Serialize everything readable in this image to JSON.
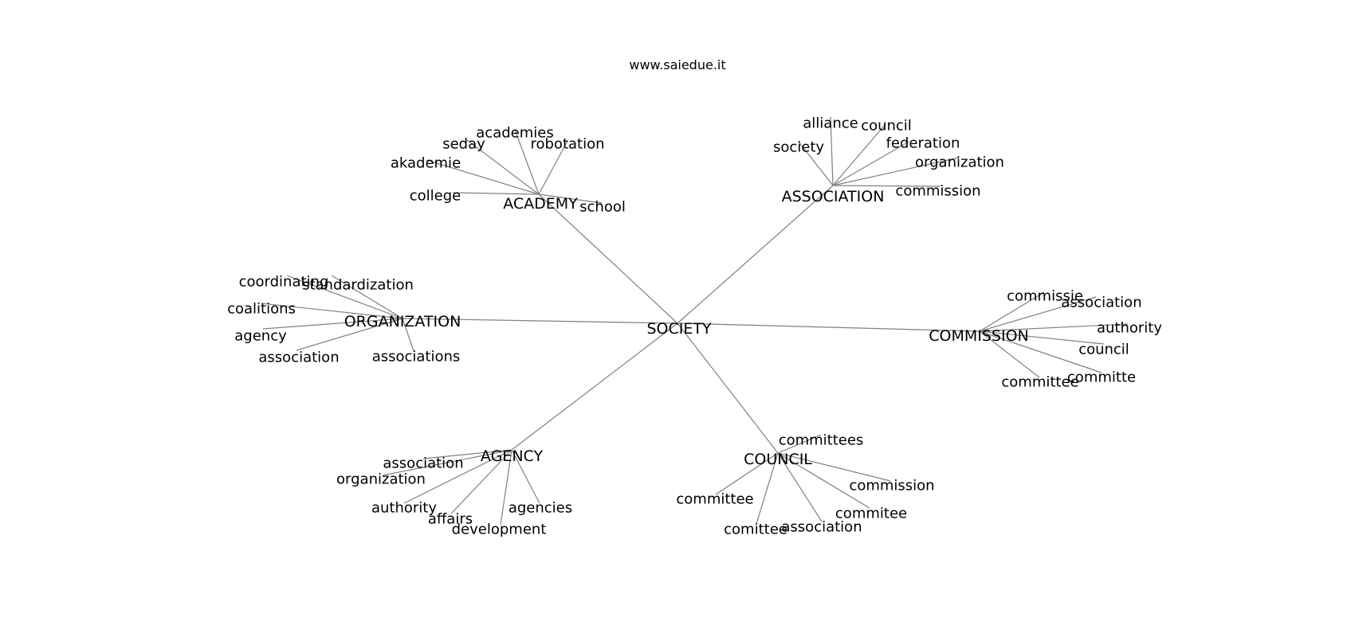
{
  "header": {
    "site": "www.saiedue.it"
  },
  "graph": {
    "root": "SOCIETY",
    "clusters": [
      {
        "label": "ACADEMY",
        "leaves": [
          "academies",
          "seday",
          "robotation",
          "akademie",
          "college",
          "school"
        ]
      },
      {
        "label": "ASSOCIATION",
        "leaves": [
          "alliance",
          "council",
          "society",
          "federation",
          "organization",
          "commission"
        ]
      },
      {
        "label": "ORGANIZATION",
        "leaves": [
          "coordinating",
          "standardization",
          "coalitions",
          "agency",
          "association",
          "associations"
        ]
      },
      {
        "label": "COMMISSION",
        "leaves": [
          "commissie",
          "association",
          "authority",
          "council",
          "committe",
          "committee"
        ]
      },
      {
        "label": "AGENCY",
        "leaves": [
          "association",
          "organization",
          "authority",
          "affairs",
          "development",
          "agencies"
        ]
      },
      {
        "label": "COUNCIL",
        "leaves": [
          "committees",
          "commission",
          "commitee",
          "association",
          "comittee",
          "committee"
        ]
      }
    ]
  }
}
